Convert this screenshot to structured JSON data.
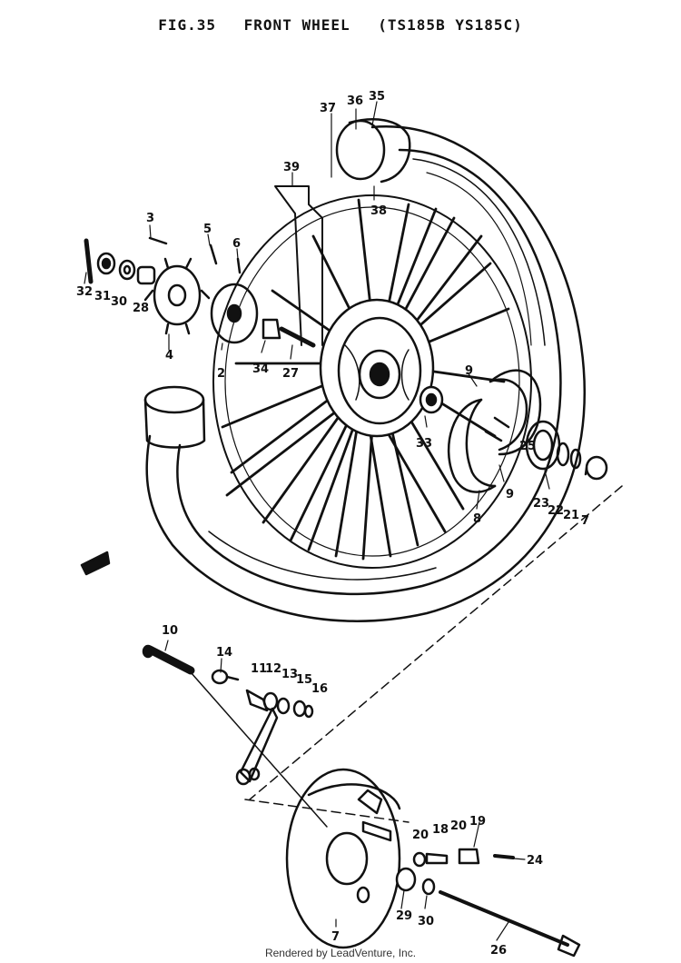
{
  "title": {
    "fig": "FIG.35",
    "name": "FRONT WHEEL",
    "models": "(TS185B  YS185C)"
  },
  "footer": "Rendered by LeadVenture, Inc.",
  "callouts": [
    {
      "id": "c36",
      "text": "36"
    },
    {
      "id": "c35",
      "text": "35"
    },
    {
      "id": "c37",
      "text": "37"
    },
    {
      "id": "c38",
      "text": "38"
    },
    {
      "id": "c39",
      "text": "39"
    },
    {
      "id": "c3",
      "text": "3"
    },
    {
      "id": "c5",
      "text": "5"
    },
    {
      "id": "c6",
      "text": "6"
    },
    {
      "id": "c32",
      "text": "32"
    },
    {
      "id": "c31",
      "text": "31"
    },
    {
      "id": "c30a",
      "text": "30"
    },
    {
      "id": "c28",
      "text": "28"
    },
    {
      "id": "c4",
      "text": "4"
    },
    {
      "id": "c2",
      "text": "2"
    },
    {
      "id": "c34",
      "text": "34"
    },
    {
      "id": "c27",
      "text": "27"
    },
    {
      "id": "c9a",
      "text": "9"
    },
    {
      "id": "c33",
      "text": "33"
    },
    {
      "id": "c25",
      "text": "25"
    },
    {
      "id": "c9b",
      "text": "9"
    },
    {
      "id": "c23",
      "text": "23"
    },
    {
      "id": "c22",
      "text": "22"
    },
    {
      "id": "c21",
      "text": "21"
    },
    {
      "id": "c7a",
      "text": "7"
    },
    {
      "id": "c8",
      "text": "8"
    },
    {
      "id": "c10",
      "text": "10"
    },
    {
      "id": "c14",
      "text": "14"
    },
    {
      "id": "c11",
      "text": "11"
    },
    {
      "id": "c12",
      "text": "12"
    },
    {
      "id": "c13",
      "text": "13"
    },
    {
      "id": "c15",
      "text": "15"
    },
    {
      "id": "c16",
      "text": "16"
    },
    {
      "id": "c20a",
      "text": "20"
    },
    {
      "id": "c18",
      "text": "18"
    },
    {
      "id": "c20b",
      "text": "20"
    },
    {
      "id": "c19",
      "text": "19"
    },
    {
      "id": "c24",
      "text": "24"
    },
    {
      "id": "c29",
      "text": "29"
    },
    {
      "id": "c30b",
      "text": "30"
    },
    {
      "id": "c26",
      "text": "26"
    },
    {
      "id": "c7b",
      "text": "7"
    }
  ]
}
